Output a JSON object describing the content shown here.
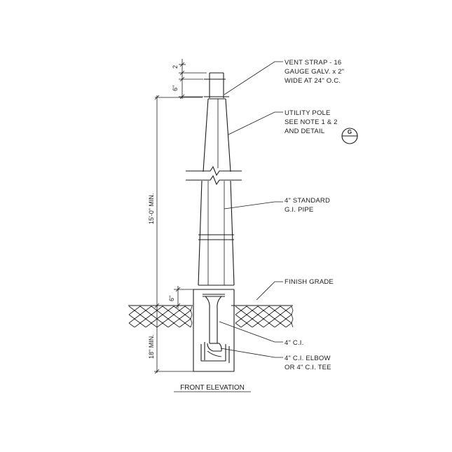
{
  "labels": {
    "vent_strap": [
      "VENT STRAP - 16",
      "GAUGE GALV. x 2\"",
      "WIDE AT 24\" O.C."
    ],
    "utility_pole": [
      "UTILITY POLE",
      "SEE NOTE 1 & 2",
      "AND DETAIL"
    ],
    "detail_tag": "G",
    "standard_pipe": [
      "4\" STANDARD",
      "G.I. PIPE"
    ],
    "finish_grade": "FINISH GRADE",
    "ci": "4\" C.I.",
    "ci_elbow": [
      "4\" C.I. ELBOW",
      "OR 4\" C.I. TEE"
    ]
  },
  "dimensions": {
    "top_gap": "2",
    "top_strap": "6\"",
    "height_above": "15'-0\" MIN.",
    "grade_offset": "6\"",
    "depth_below": "18\" MIN."
  },
  "title": "FRONT ELEVATION"
}
